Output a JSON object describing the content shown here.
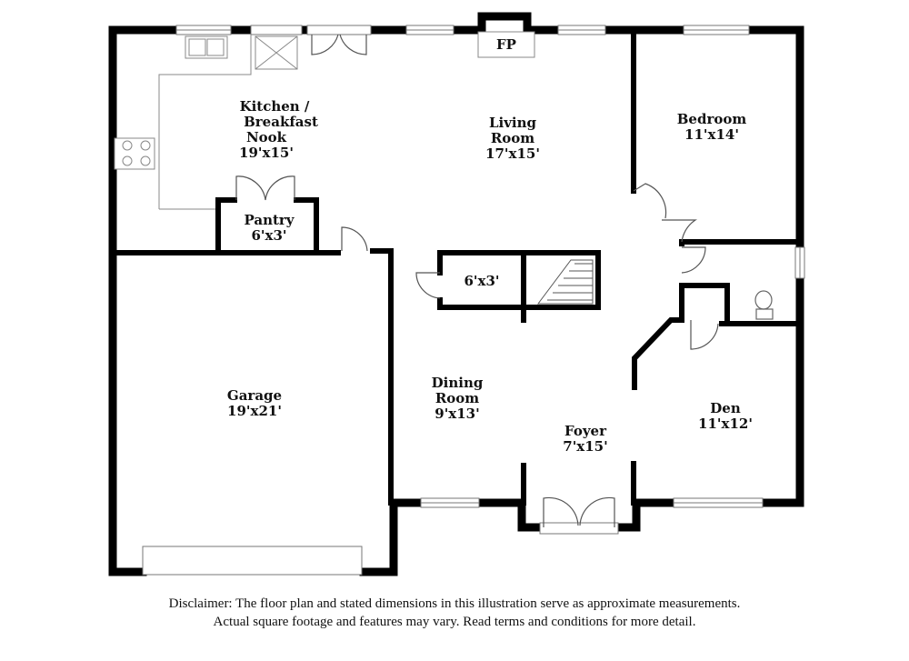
{
  "rooms": {
    "kitchen": {
      "name_lines": [
        "Kitchen /",
        "Breakfast",
        "Nook"
      ],
      "dims": "19'x15'"
    },
    "living": {
      "name_lines": [
        "Living",
        "Room"
      ],
      "dims": "17'x15'"
    },
    "bedroom": {
      "name": "Bedroom",
      "dims": "11'x14'"
    },
    "pantry": {
      "name": "Pantry",
      "dims": "6'x3'"
    },
    "closet": {
      "dims": "6'x3'"
    },
    "garage": {
      "name": "Garage",
      "dims": "19'x21'"
    },
    "dining": {
      "name_lines": [
        "Dining",
        "Room"
      ],
      "dims": "9'x13'"
    },
    "foyer": {
      "name": "Foyer",
      "dims": "7'x15'"
    },
    "den": {
      "name": "Den",
      "dims": "11'x12'"
    }
  },
  "fireplace": {
    "label": "FP"
  },
  "disclaimer": {
    "line1": "Disclaimer: The floor plan and stated dimensions in this illustration serve as approximate measurements.",
    "line2": "Actual square footage and features may vary. Read terms and conditions for more detail."
  }
}
